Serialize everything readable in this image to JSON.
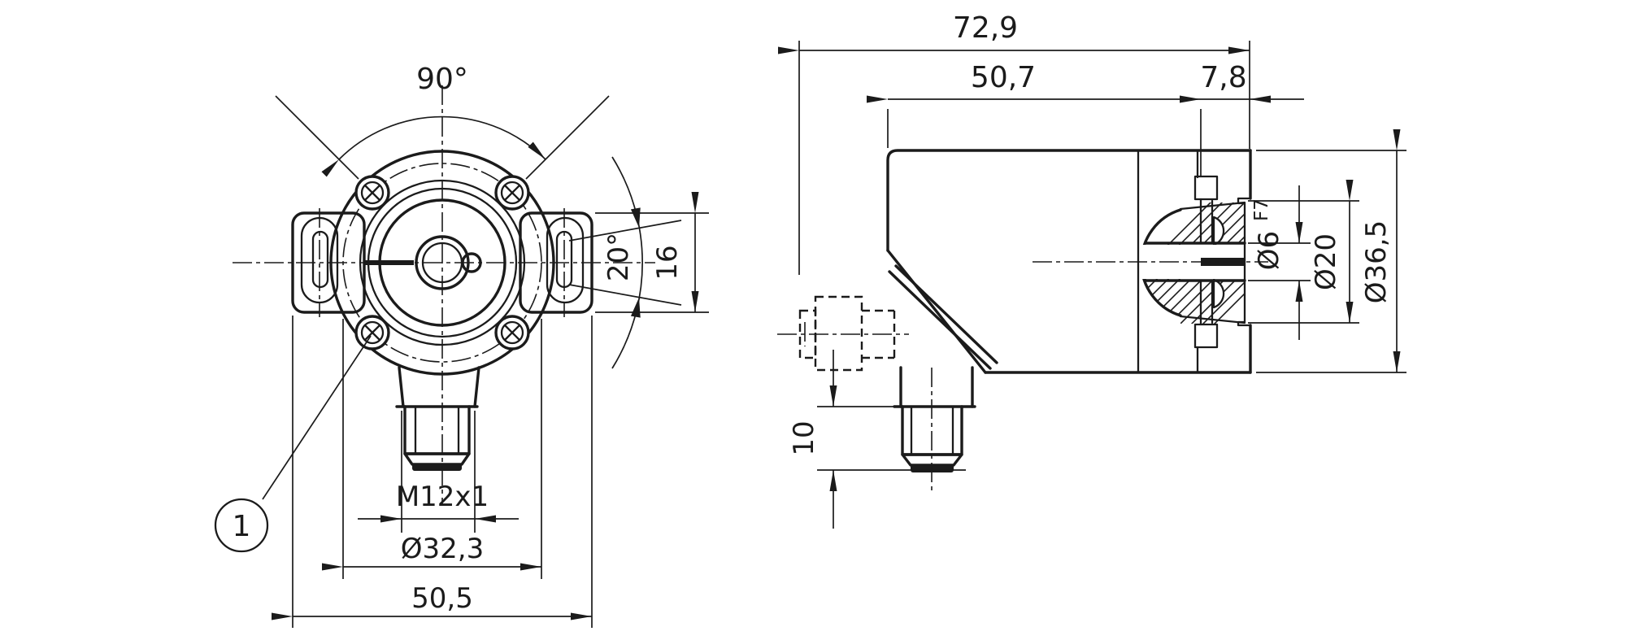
{
  "drawing": {
    "type": "technical-dimension-drawing",
    "views": [
      "front",
      "side"
    ],
    "colors": {
      "ink": "#1b1b1b",
      "background": "#ffffff"
    },
    "front_view": {
      "angle_top": "90°",
      "angle_slot": "20°",
      "tab_height": "16",
      "connector_thread": "M12x1",
      "bolt_circle_dia": "Ø32,3",
      "overall_width": "50,5",
      "callout_number": "1"
    },
    "side_view": {
      "overall_length": "72,9",
      "body_length": "50,7",
      "flange_length": "7,8",
      "shaft_bore_dia": "Ø6",
      "shaft_bore_tolerance": "F7",
      "collar_dia": "Ø20",
      "body_dia": "Ø36,5",
      "connector_thread_length": "10"
    }
  }
}
